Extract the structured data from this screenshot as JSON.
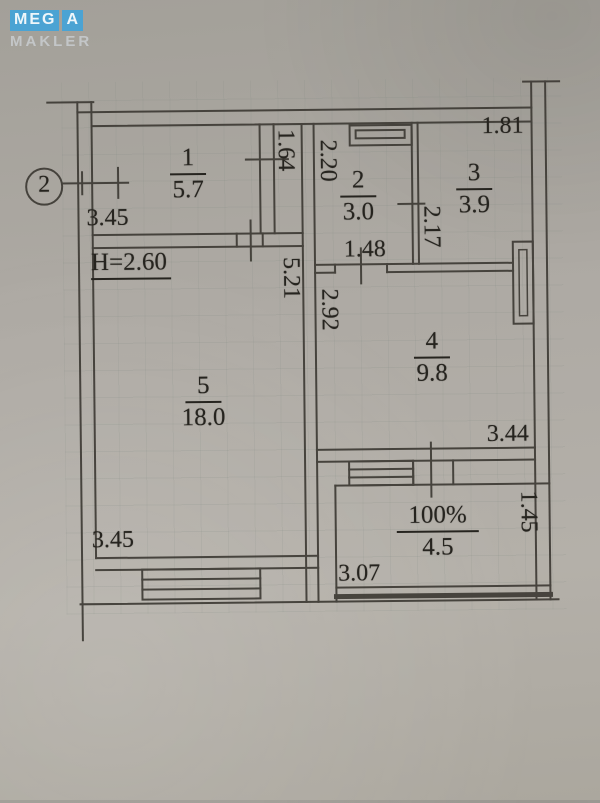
{
  "brand": {
    "line1_parts": [
      "MEG",
      "A"
    ],
    "line2": "MAKLER",
    "accent_color": "#4ba3d3",
    "text_color": "#c9cdd0"
  },
  "axis_marker": {
    "label": "2"
  },
  "ceiling_height": {
    "label": "H=2.60"
  },
  "rooms": [
    {
      "id": "room-1",
      "number": "1",
      "area": "5.7"
    },
    {
      "id": "room-2",
      "number": "2",
      "area": "3.0"
    },
    {
      "id": "room-3",
      "number": "3",
      "area": "3.9"
    },
    {
      "id": "room-4",
      "number": "4",
      "area": "9.8"
    },
    {
      "id": "room-5",
      "number": "5",
      "area": "18.0"
    },
    {
      "id": "balcony",
      "number": "100%",
      "area": "4.5"
    }
  ],
  "dimensions": {
    "room1_width": "3.45",
    "duct_height": "1.64",
    "room2_height": "2.20",
    "room3_width": "1.81",
    "room3_height": "2.17",
    "room2_door_width": "1.48",
    "room5_height": "5.21",
    "room4_height": "2.92",
    "room4_width": "3.44",
    "balcony_height": "1.45",
    "balcony_width": "3.07",
    "room5_width": "3.45"
  },
  "line_color": "#3b3832"
}
